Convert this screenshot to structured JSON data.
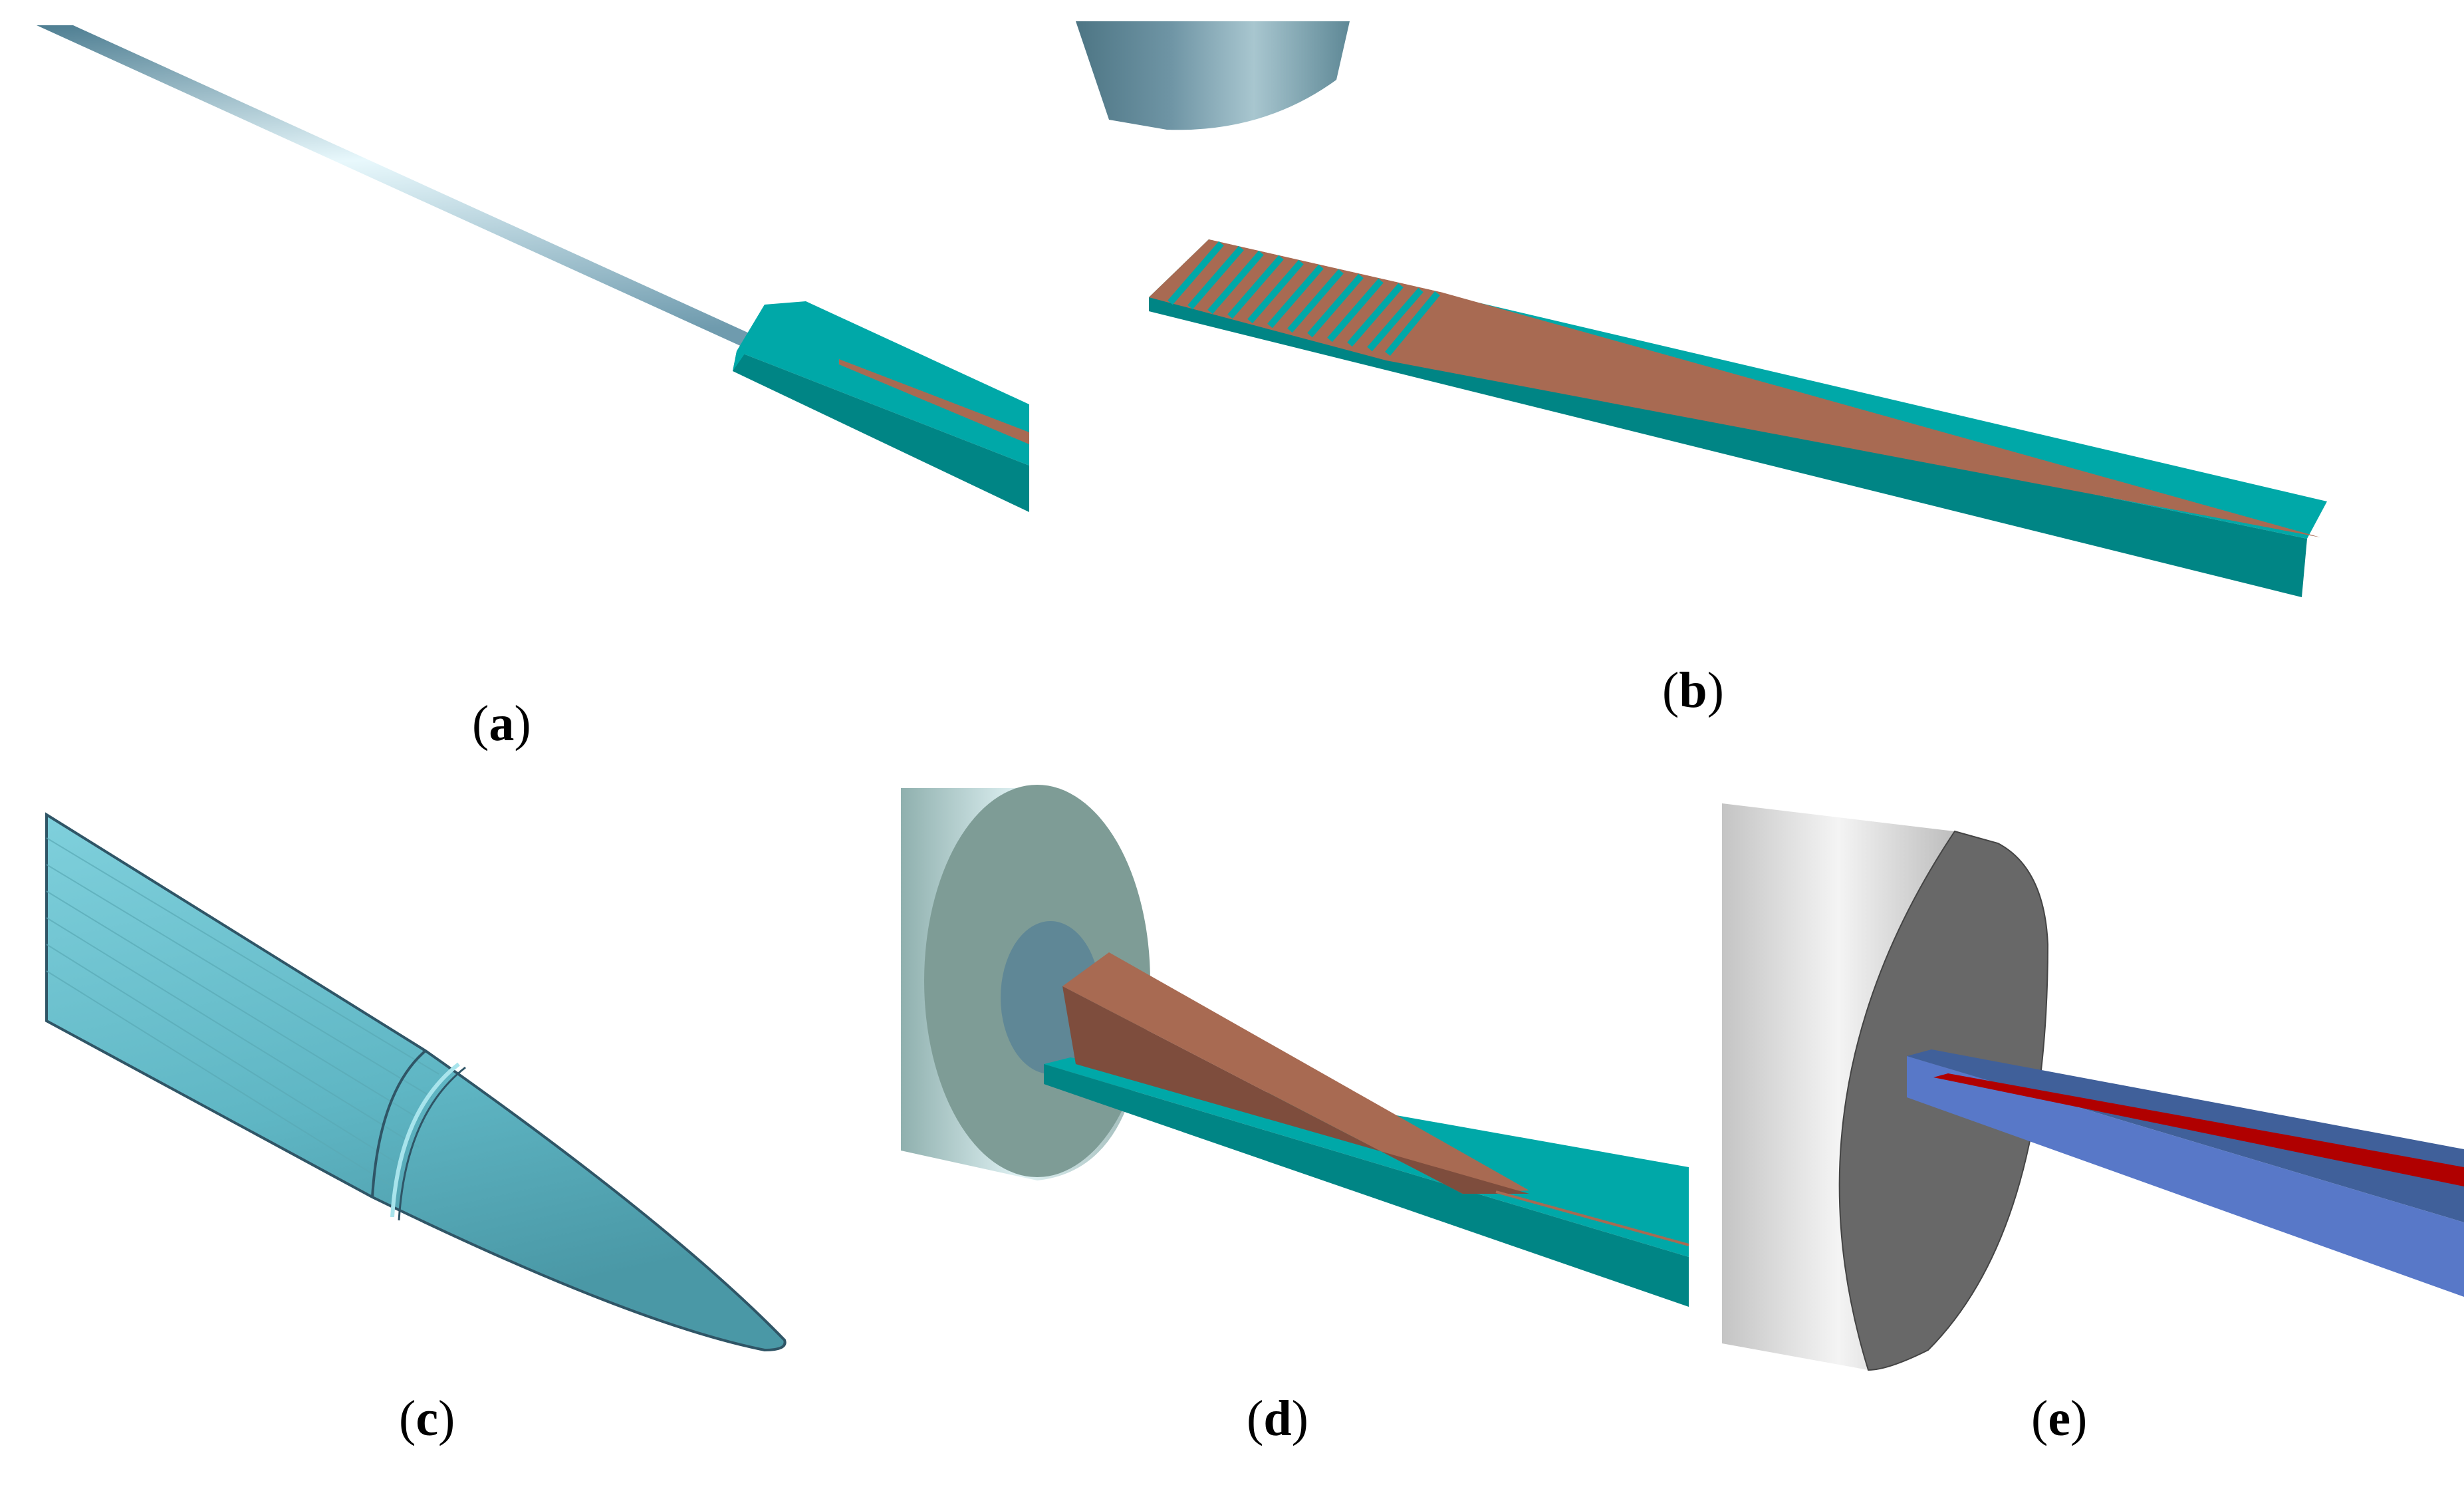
{
  "figure": {
    "panels": [
      {
        "id": "a",
        "label": "a"
      },
      {
        "id": "b",
        "label": "b"
      },
      {
        "id": "c",
        "label": "c"
      },
      {
        "id": "d",
        "label": "d"
      },
      {
        "id": "e",
        "label": "e"
      }
    ],
    "colors": {
      "substrate_teal": "#00A8A8",
      "substrate_teal_dark": "#008585",
      "copper_waveguide": "#A86A52",
      "copper_dark": "#7E4D3D",
      "fiber_steel": "#6F9BAE",
      "fiber_highlight": "#E6F7FB",
      "cone_light": "#7CC9D6",
      "cone_dark": "#4A98A6",
      "ferrule_face": "#7E9C96",
      "ferrule_hole": "#5F8796",
      "grey_cylinder_face": "#686868",
      "grey_cylinder_side": "#D8D8D8",
      "blue_waveguide_top": "#40609A",
      "blue_waveguide_front": "#5878C8",
      "red_core": "#B00000"
    }
  }
}
